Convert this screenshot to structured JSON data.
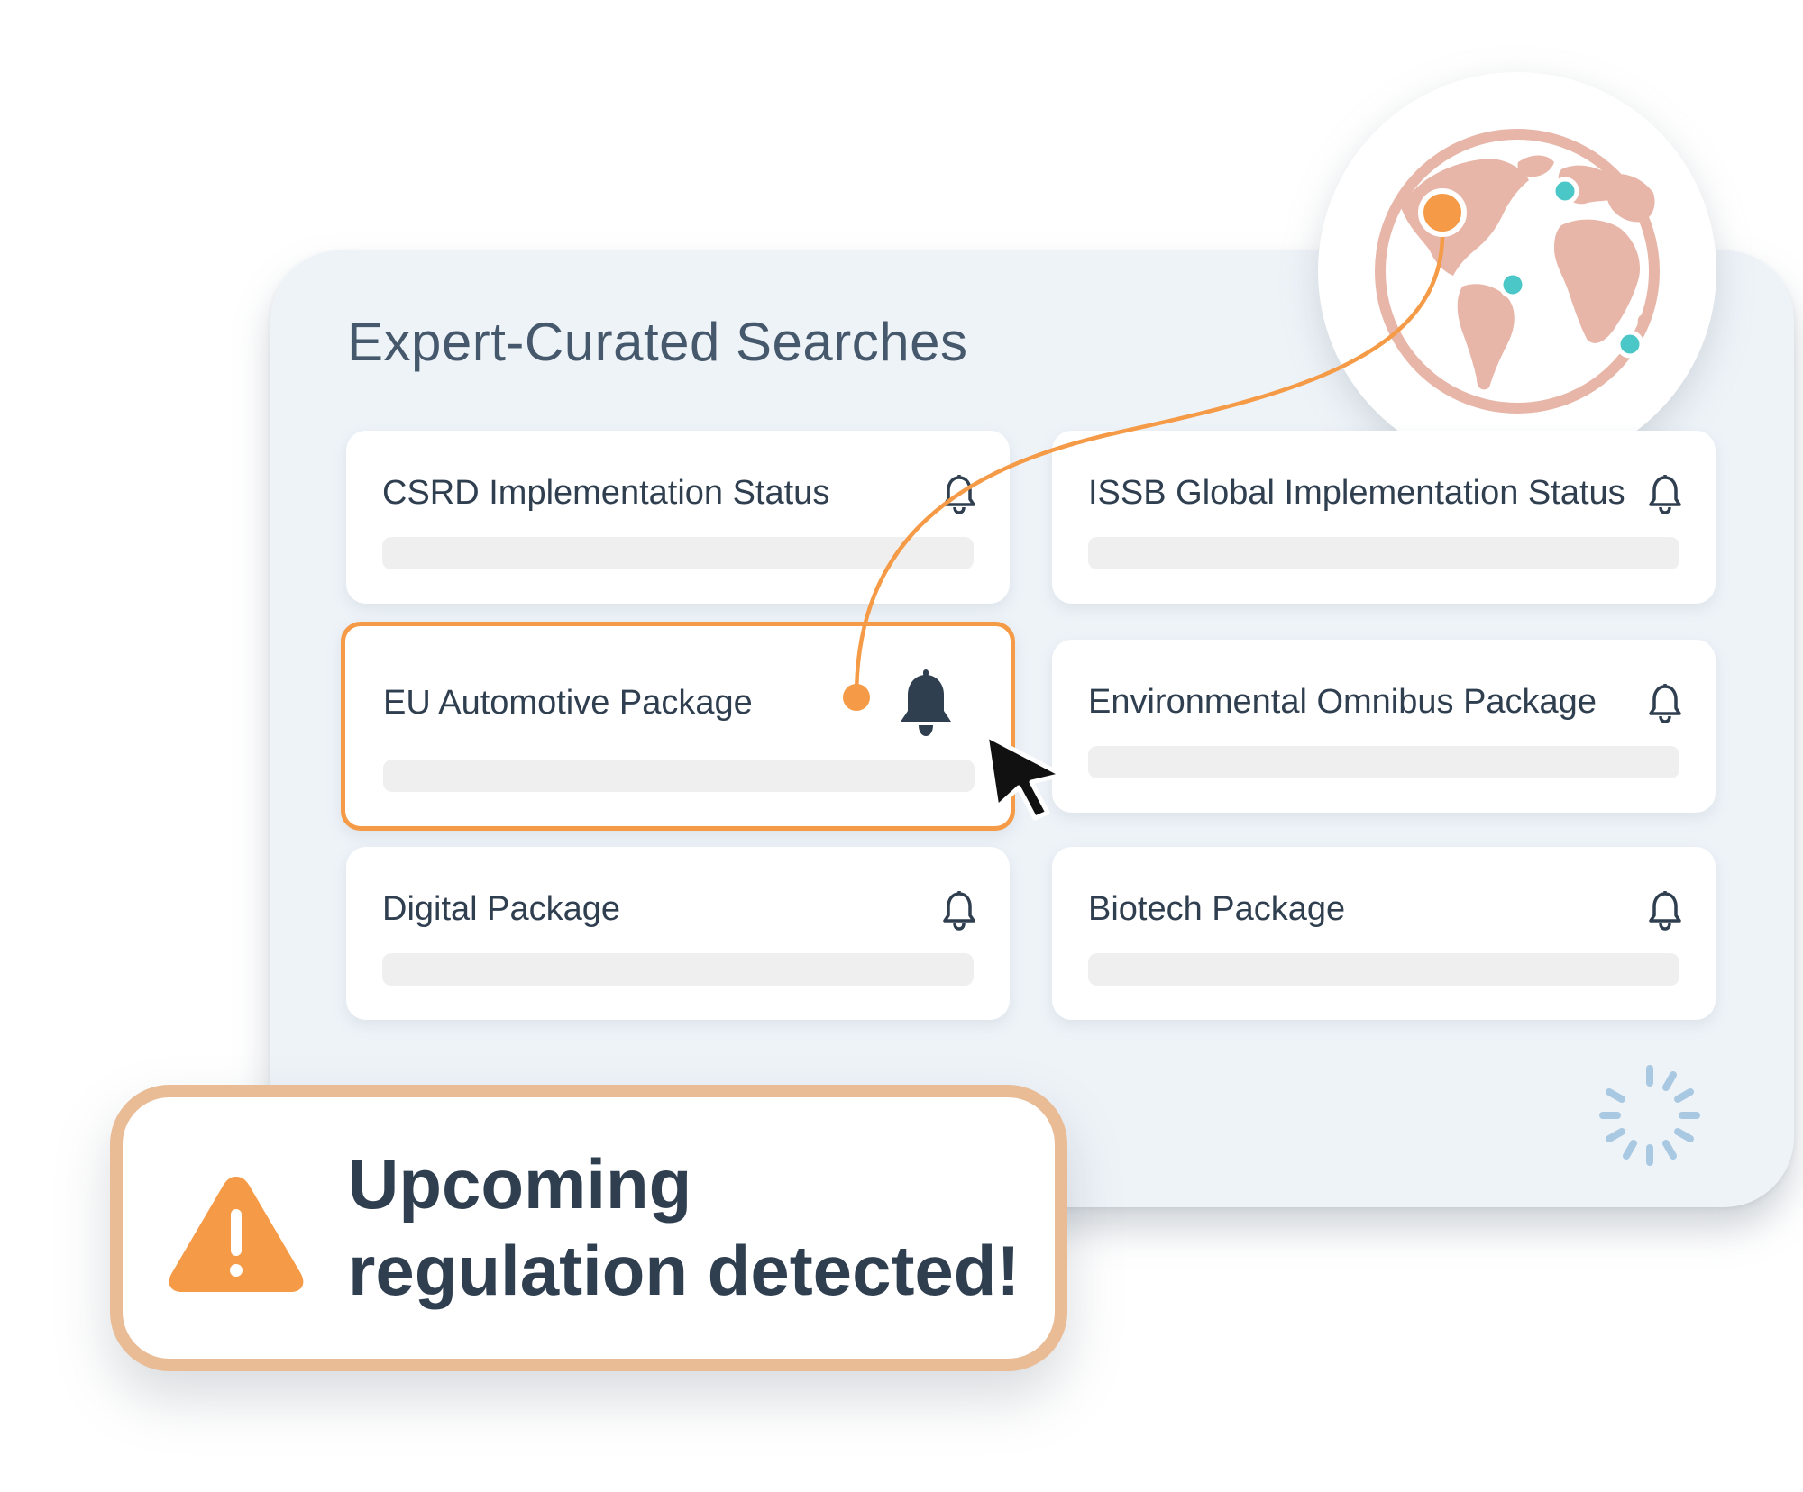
{
  "panel": {
    "title": "Expert-Curated Searches"
  },
  "cards": [
    {
      "title": "CSRD Implementation Status",
      "alert_on": false
    },
    {
      "title": "ISSB Global Implementation Status",
      "alert_on": false
    },
    {
      "title": "EU Automotive Package",
      "alert_on": true
    },
    {
      "title": "Environmental Omnibus Package",
      "alert_on": false
    },
    {
      "title": "Digital Package",
      "alert_on": false
    },
    {
      "title": "Biotech Package",
      "alert_on": false
    }
  ],
  "alert": {
    "message": "Upcoming regulation detected!",
    "icon": "warning-triangle-icon"
  },
  "icons": {
    "bell": "bell-icon",
    "globe": "globe-icon",
    "cursor": "cursor-arrow-icon",
    "spinner": "loading-spinner-icon"
  },
  "colors": {
    "accent_orange": "#f59a46",
    "panel_bg": "#eef3f8",
    "text_dark": "#2f3f50",
    "title_text": "#46596c",
    "globe_pink": "#e7b6a8",
    "map_dot_teal": "#4cc7c7",
    "alert_border": "#e9bc96",
    "spinner_blue": "#a9c9e3"
  }
}
